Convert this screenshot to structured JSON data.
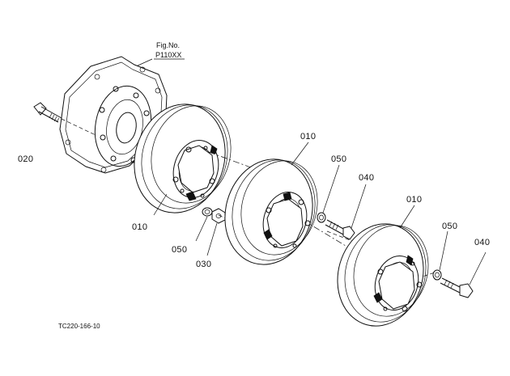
{
  "figure_ref": {
    "line1": "Fig.No.",
    "line2": "P110XX"
  },
  "drawing_code": "TC220-166-10",
  "labels": {
    "l020": "020",
    "l010_left": "010",
    "l050_left": "050",
    "l030": "030",
    "l010_mid": "010",
    "l050_mid": "050",
    "l040_mid": "040",
    "l010_right": "010",
    "l050_right": "050",
    "l040_right": "040"
  }
}
